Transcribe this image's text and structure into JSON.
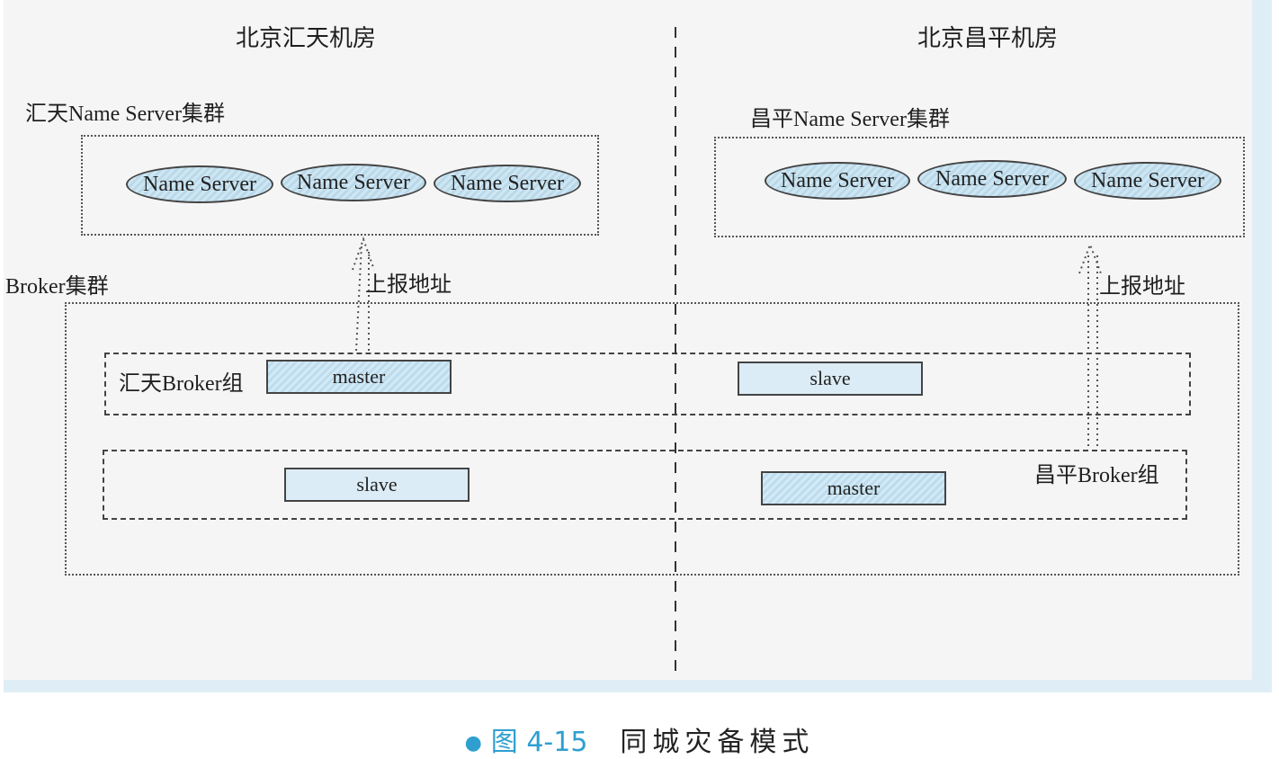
{
  "rooms": {
    "left": "北京汇天机房",
    "right": "北京昌平机房"
  },
  "clusters": {
    "ns_left": "汇天Name Server集群",
    "ns_right": "昌平Name Server集群",
    "broker": "Broker集群"
  },
  "name_servers": {
    "left": [
      "Name Server",
      "Name Server",
      "Name Server"
    ],
    "right": [
      "Name Server",
      "Name Server",
      "Name Server"
    ]
  },
  "report": {
    "left": "上报地址",
    "right": "上报地址"
  },
  "groups": {
    "huitian": {
      "label": "汇天Broker组",
      "left_node": "master",
      "right_node": "slave"
    },
    "changping": {
      "label": "昌平Broker组",
      "left_node": "slave",
      "right_node": "master"
    }
  },
  "caption": {
    "number": "图 4-15",
    "title": "同城灾备模式"
  },
  "colors": {
    "accent": "#2f9fd0",
    "node_fill": "#cfe6f2"
  }
}
